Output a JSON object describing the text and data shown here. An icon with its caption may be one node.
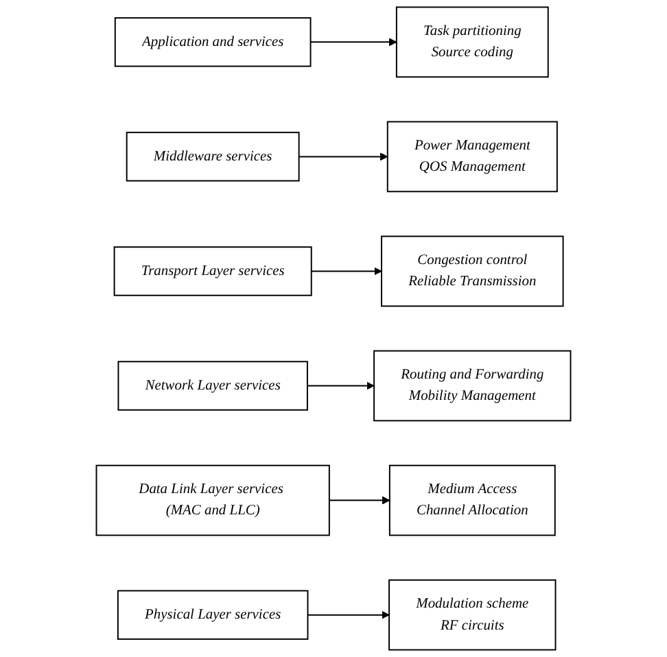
{
  "diagram": {
    "nodes": [
      {
        "text": [
          "Application and services"
        ]
      },
      {
        "text": [
          "Task partitioning",
          "Source coding"
        ]
      },
      {
        "text": [
          "Middleware services"
        ]
      },
      {
        "text": [
          "Power Management",
          "QOS Management"
        ]
      },
      {
        "text": [
          "Transport Layer services"
        ]
      },
      {
        "text": [
          "Congestion control",
          "Reliable Transmission"
        ]
      },
      {
        "text": [
          "Network Layer services"
        ]
      },
      {
        "text": [
          "Routing and Forwarding",
          "Mobility Management"
        ]
      },
      {
        "text": [
          "Data Link Layer services (MAC and LLC)"
        ]
      },
      {
        "text": [
          "Medium Access",
          "Channel Allocation"
        ]
      },
      {
        "text": [
          "Physical Layer services"
        ]
      },
      {
        "text": [
          "Modulation scheme",
          "RF circuits"
        ]
      }
    ],
    "edges": [
      {
        "from": 0,
        "to": 1,
        "arrow": "to"
      },
      {
        "from": 2,
        "to": 3,
        "arrow": "to"
      },
      {
        "from": 4,
        "to": 5,
        "arrow": "to"
      },
      {
        "from": 6,
        "to": 7,
        "arrow": "to"
      },
      {
        "from": 8,
        "to": 9,
        "arrow": "to"
      },
      {
        "from": 10,
        "to": 11,
        "arrow": "to"
      }
    ]
  }
}
